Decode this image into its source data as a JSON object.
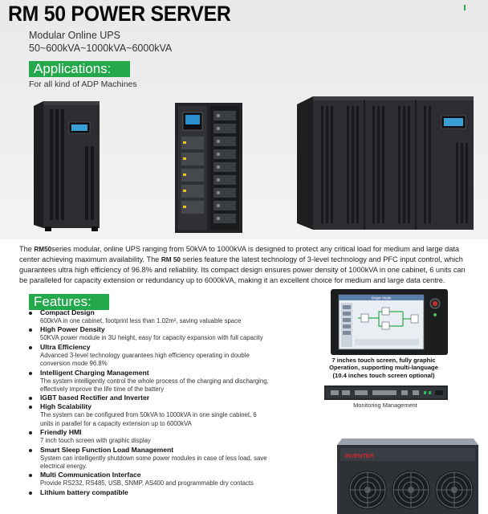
{
  "header": {
    "title": "RM 50 POWER SERVER",
    "subtitle_line1": "Modular Online UPS",
    "subtitle_line2": "50~600kVA~1000kVA~6000kVA"
  },
  "applications": {
    "heading": "Applications:",
    "text": "For all kind of ADP Machines"
  },
  "intro": {
    "p1": "The ",
    "brand1": "RM50",
    "p2": "series modular, online UPS ranging from 50kVA to 1000kVA is designed to protect any critical load for medium and large data center achieving maximum availability. The ",
    "brand2": "RM 50",
    "p3": " series feature the latest technology of 3-level technology and PFC input control, which guarantees ultra high efficiency of 96.8% and reliability. Its compact design ensures power density of 1000kVA in one cabinet, 6 units can be paralleled for capacity extension or redundancy up to 6000kVA, making it an excellent choice for medium and large data centre."
  },
  "features": {
    "heading": "Features:",
    "items": [
      {
        "title": "Compact Design",
        "desc": "600kVA in one cabinet, footprint less than 1.02m², saving valuable space"
      },
      {
        "title": "High Power Density",
        "desc": "50KVA power module in 3U height, easy for capacity expansion with full capacity"
      },
      {
        "title": "Ultra Efficiency",
        "desc": "Advanced 3-level technology guarantees high efficiency operating in double conversion mode 96.8%"
      },
      {
        "title": "Intelligent Charging Management",
        "desc": "The system intelligently control the whole process of the charging and discharging, effectively improve the life time of the battery"
      },
      {
        "title": "IGBT based Rectifier and Inverter",
        "desc": ""
      },
      {
        "title": "High Scalability",
        "desc": "The system can be configured from 50kVA to 1000kVA in one single cabinet, 6 units in parallel for a capacity extension up to 6000kVA"
      },
      {
        "title": "Friendly HMI",
        "desc": "7 inch touch screen with graphic display"
      },
      {
        "title": "Smart Sleep Function Load Management",
        "desc": "System can intelligently shutdown some power modules in case of less load, save electrical energy."
      },
      {
        "title": "Multi Communication Interface",
        "desc": "Provide RS232, RS485, USB, SNMP, AS400 and programmable dry contacts"
      },
      {
        "title": "Lithium battery compatible",
        "desc": ""
      }
    ]
  },
  "hmi": {
    "caption_line1": "7 inches touch screen, fully graphic",
    "caption_line2": "Operation, supporting multi-language",
    "caption_line3": "(10.4 inches touch screen optional)",
    "screen_title": "Single Mode"
  },
  "monitoring": {
    "caption": "Monitoring Management"
  },
  "module": {
    "logo_text": "INVENTER"
  },
  "colors": {
    "accent_green": "#23a84b",
    "cabinet_dark": "#2b2d30",
    "panel_bg": "#eeeeee",
    "module_red_logo": "#d2282e"
  }
}
